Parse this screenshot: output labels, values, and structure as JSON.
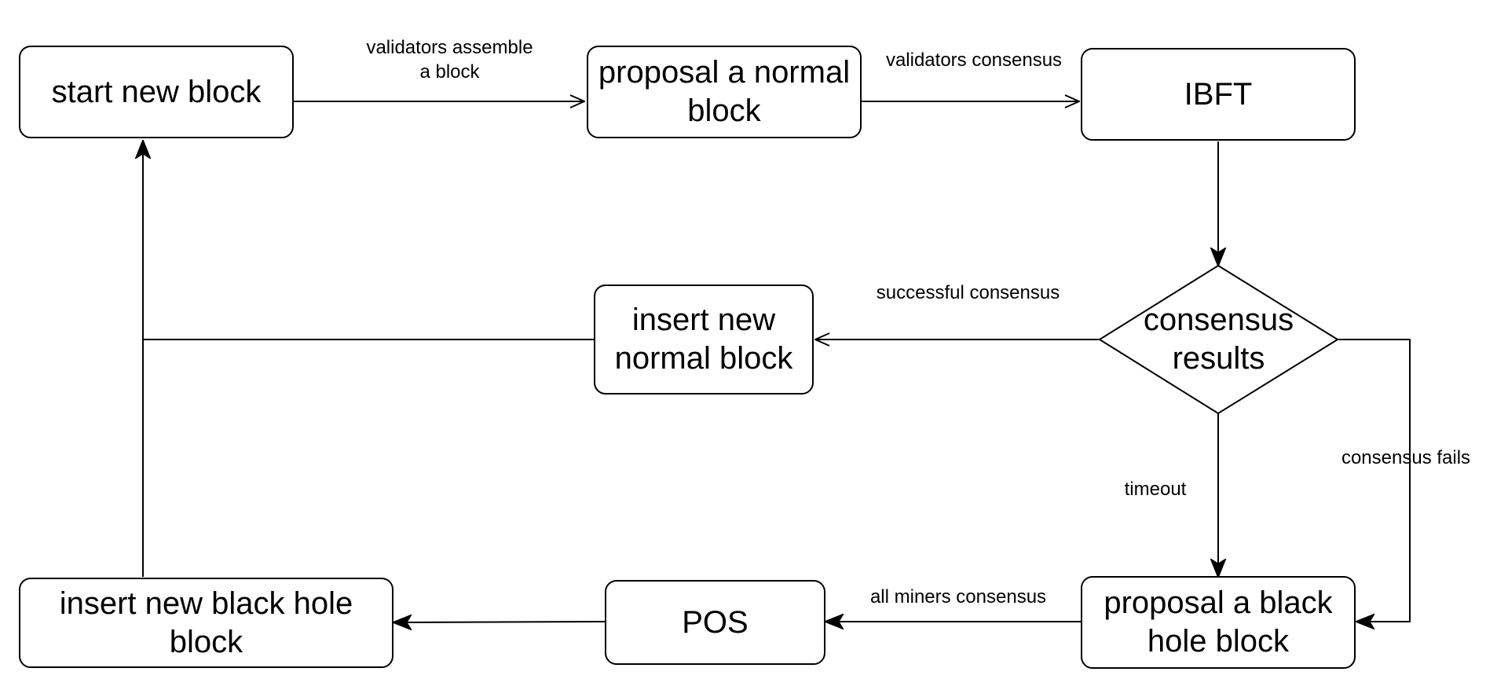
{
  "nodes": {
    "start_new_block": "start new block",
    "proposal_normal_block": "proposal a normal\nblock",
    "ibft": "IBFT",
    "consensus_results": "consensus\nresults",
    "insert_new_normal_block": "insert new\nnormal block",
    "proposal_black_hole_block": "proposal a black\nhole block",
    "pos": "POS",
    "insert_new_black_hole_block": "insert new black hole\nblock"
  },
  "edges": {
    "validators_assemble": "validators assemble\na block",
    "validators_consensus": "validators consensus",
    "successful_consensus": "successful consensus",
    "timeout": "timeout",
    "consensus_fails": "consensus fails",
    "all_miners_consensus": "all miners consensus"
  }
}
